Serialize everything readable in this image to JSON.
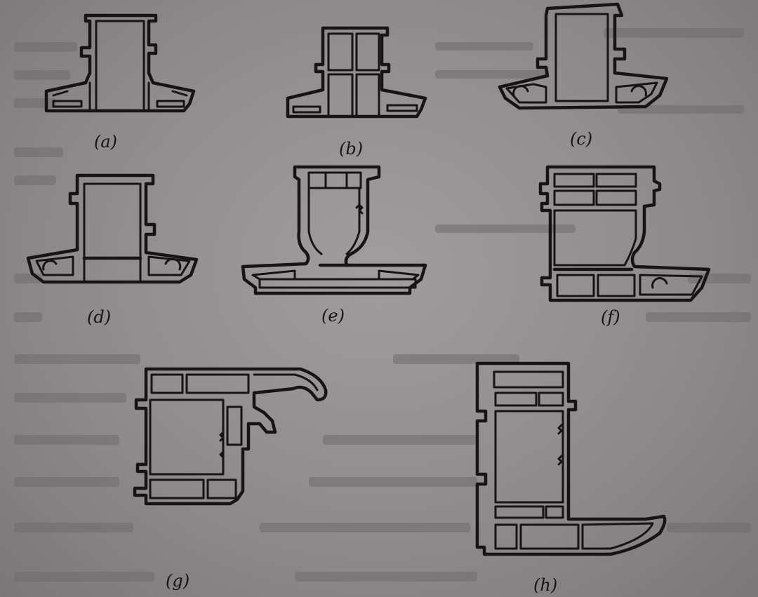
{
  "figure": {
    "labels": {
      "a": "(a)",
      "b": "(b)",
      "c": "(c)",
      "d": "(d)",
      "e": "(e)",
      "f": "(f)",
      "g": "(g)",
      "h": "(h)"
    },
    "colors": {
      "paper": "#8d8a8b",
      "ink": "#161414"
    }
  }
}
